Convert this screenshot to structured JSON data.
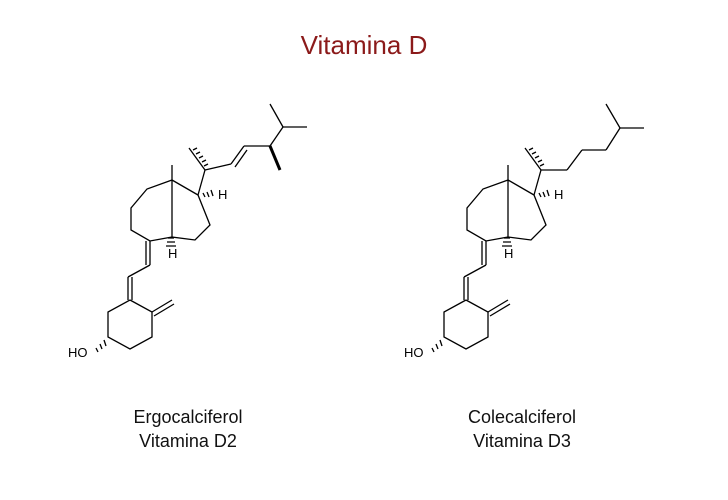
{
  "title": "Vitamina D",
  "compounds": [
    {
      "name": "Ergocalciferol",
      "subtitle": "Vitamina D2"
    },
    {
      "name": "Colecalciferol",
      "subtitle": "Vitamina D3"
    }
  ],
  "atom_labels": {
    "hydrogen": "H",
    "hydroxyl": "HO"
  },
  "colors": {
    "title": "#8b1a1a",
    "structure": "#000000"
  }
}
